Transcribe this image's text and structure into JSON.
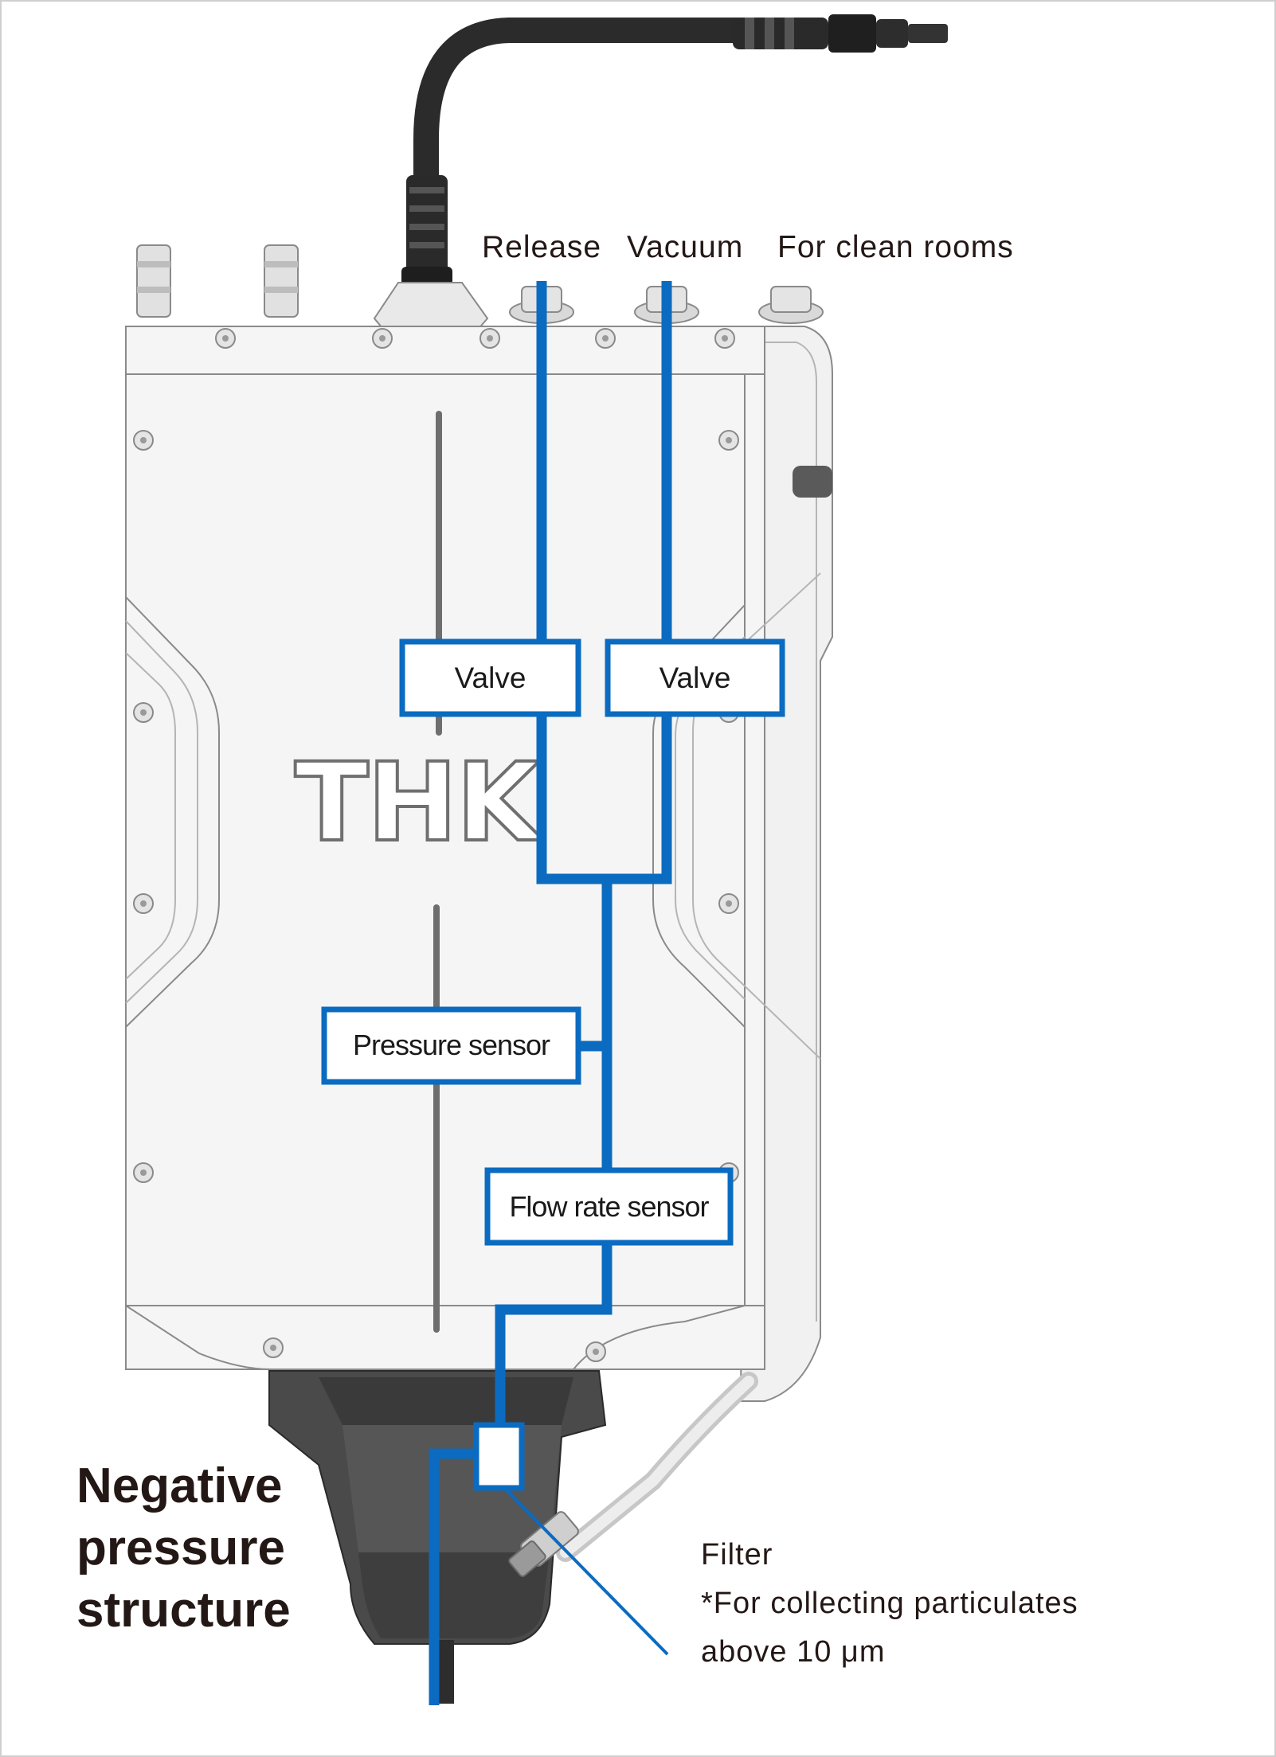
{
  "diagram": {
    "ports": {
      "release": "Release",
      "vacuum": "Vacuum",
      "clean_rooms": "For clean rooms"
    },
    "components": {
      "valve_release": "Valve",
      "valve_vacuum": "Valve",
      "pressure_sensor": "Pressure sensor",
      "flow_rate_sensor": "Flow rate sensor"
    },
    "logo": "THK",
    "title_lines": [
      "Negative",
      "pressure",
      "structure"
    ],
    "filter_note": [
      "Filter",
      "*For collecting particulates",
      "above 10 μm"
    ],
    "colors": {
      "pipe": "#0b6bc0",
      "text": "#231815",
      "device_body": "#f4f4f4",
      "device_dark": "#3a3a3a"
    }
  }
}
